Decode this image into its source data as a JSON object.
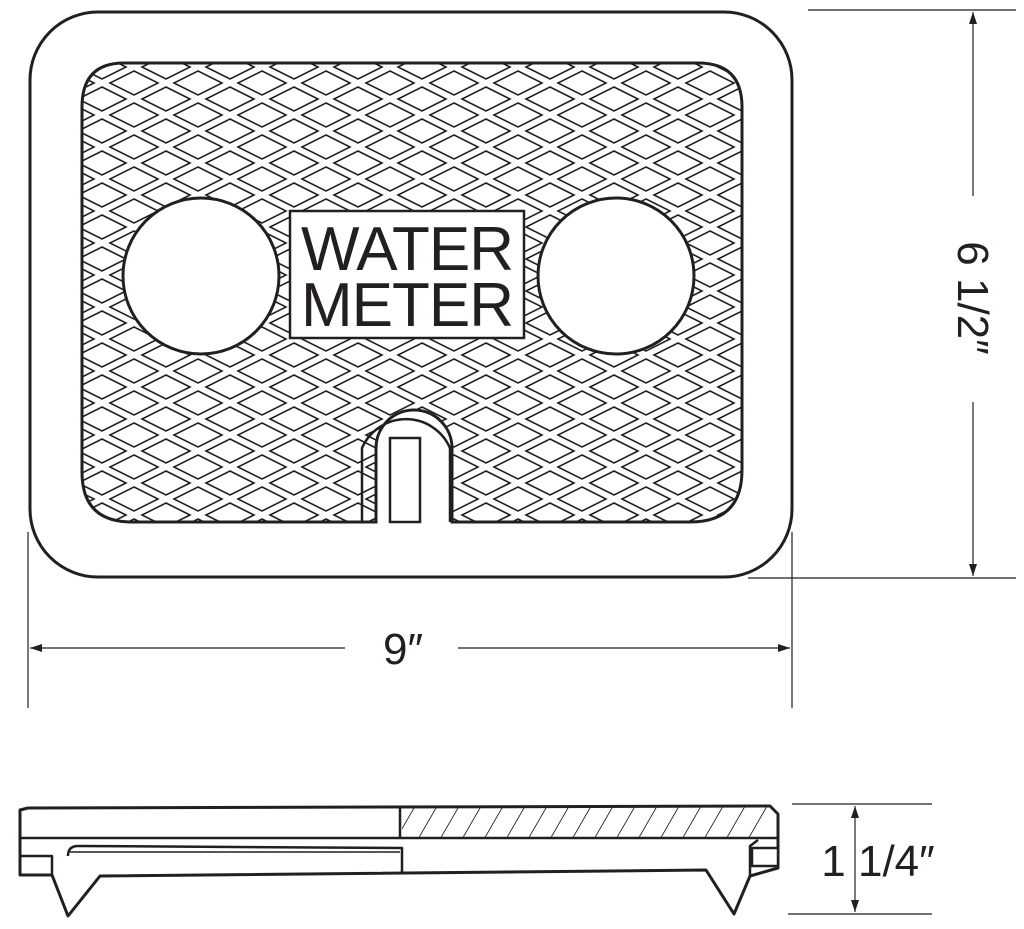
{
  "label": {
    "line1": "WATER",
    "line2": "METER"
  },
  "dimensions": {
    "width": "9″",
    "height": "6 1/2″",
    "thickness": "1 1/4″"
  },
  "colors": {
    "ink": "#231f20",
    "background": "#ffffff"
  }
}
